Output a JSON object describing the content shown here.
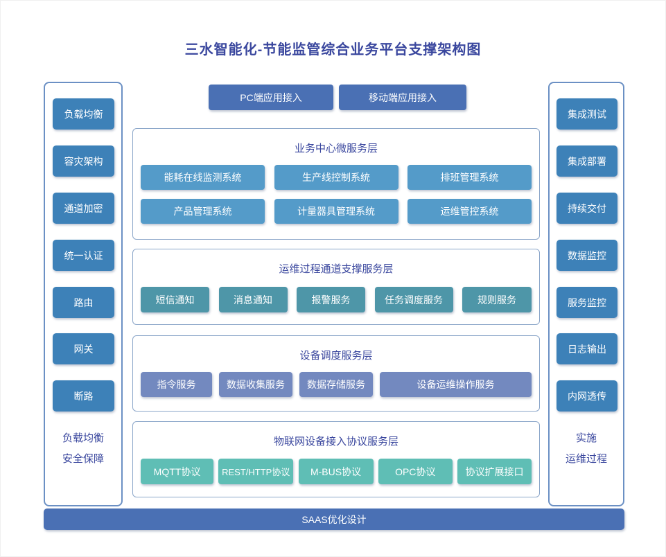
{
  "title": "三水智能化-节能监管综合业务平台支撑架构图",
  "colors": {
    "title_text": "#3a479e",
    "panel_border": "#6b90c4",
    "layer_border": "#8ba6c9",
    "side_button": "#3d81b8",
    "top_button": "#4a70b4",
    "bottom_bar": "#4a70b4",
    "layer1_box": "#549bc9",
    "layer2_box": "#4e96a8",
    "layer3_box": "#7389bf",
    "layer4_box": "#5fbeb5"
  },
  "top_buttons": [
    "PC端应用接入",
    "移动端应用接入"
  ],
  "left_panel": {
    "items": [
      "负载均衡",
      "容灾架构",
      "通道加密",
      "统一认证",
      "路由",
      "网关",
      "断路"
    ],
    "footer_line1": "负载均衡",
    "footer_line2": "安全保障"
  },
  "right_panel": {
    "items": [
      "集成测试",
      "集成部署",
      "持续交付",
      "数据监控",
      "服务监控",
      "日志输出",
      "内网透传"
    ],
    "footer_line1": "实施",
    "footer_line2": "运维过程"
  },
  "layers": [
    {
      "title": "业务中心微服务层",
      "boxes": [
        "能耗在线监测系统",
        "生产线控制系统",
        "排班管理系统",
        "产品管理系统",
        "计量器具管理系统",
        "运维管控系统"
      ]
    },
    {
      "title": "运维过程通道支撑服务层",
      "boxes": [
        "短信通知",
        "消息通知",
        "报警服务",
        "任务调度服务",
        "规则服务"
      ]
    },
    {
      "title": "设备调度服务层",
      "boxes": [
        "指令服务",
        "数据收集服务",
        "数据存储服务",
        "设备运维操作服务"
      ]
    },
    {
      "title": "物联网设备接入协议服务层",
      "boxes": [
        "MQTT协议",
        "REST/HTTP协议",
        "M-BUS协议",
        "OPC协议",
        "协议扩展接口"
      ]
    }
  ],
  "bottom_bar": "SAAS优化设计"
}
